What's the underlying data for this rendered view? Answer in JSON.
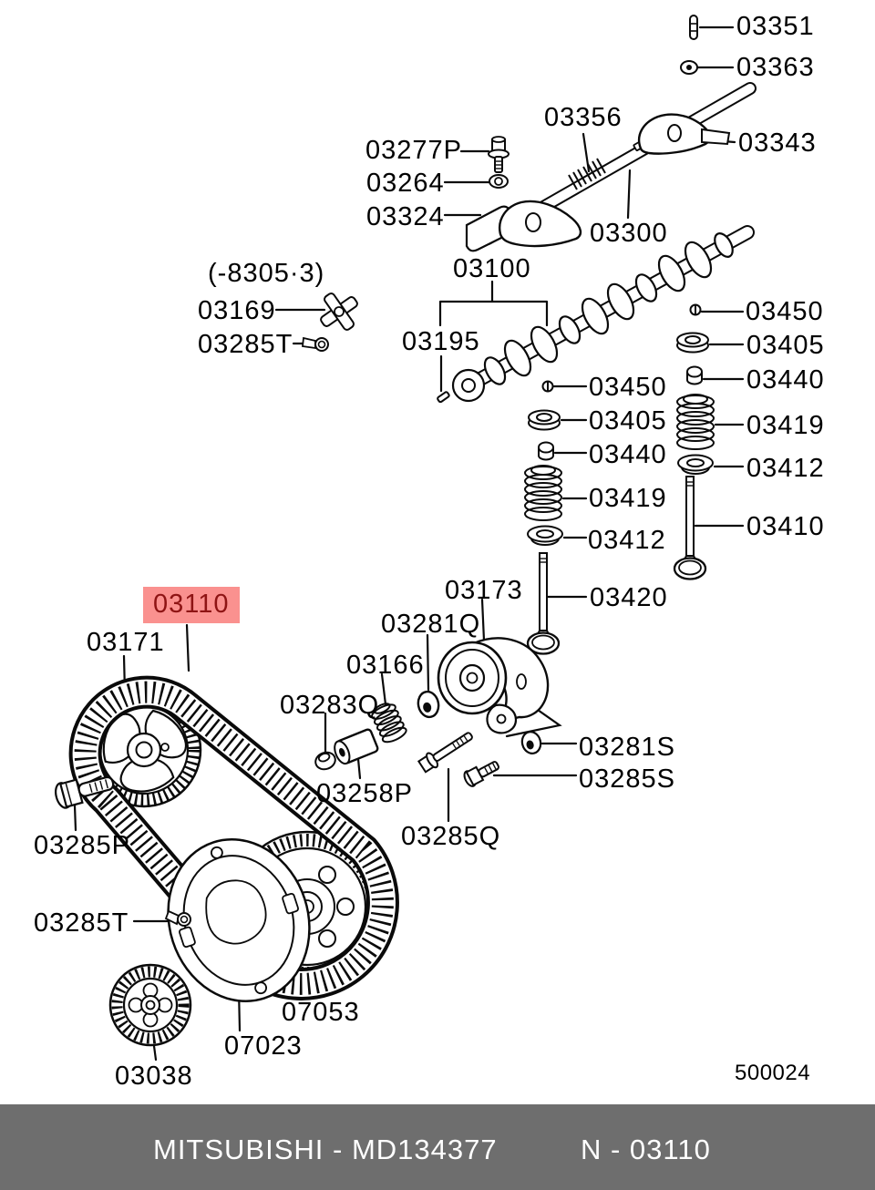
{
  "colors": {
    "highlight_bg": "#fa918f",
    "highlight_text": "#8e1414",
    "footer_bg": "#6e6e6e",
    "footer_text": "#ffffff"
  },
  "note": {
    "text": "(-8305·3)"
  },
  "drawing_number": "500024",
  "callouts": [
    {
      "text": "03351"
    },
    {
      "text": "03363"
    },
    {
      "text": "03356"
    },
    {
      "text": "03343"
    },
    {
      "text": "03277P"
    },
    {
      "text": "03264"
    },
    {
      "text": "03324"
    },
    {
      "text": "03300"
    },
    {
      "text": "03100"
    },
    {
      "text": "03195"
    },
    {
      "text": "03169"
    },
    {
      "text": "03285T"
    },
    {
      "text": "03450"
    },
    {
      "text": "03405"
    },
    {
      "text": "03440"
    },
    {
      "text": "03419"
    },
    {
      "text": "03412"
    },
    {
      "text": "03420"
    },
    {
      "text": "03450"
    },
    {
      "text": "03405"
    },
    {
      "text": "03440"
    },
    {
      "text": "03419"
    },
    {
      "text": "03412"
    },
    {
      "text": "03410"
    },
    {
      "text": "03173"
    },
    {
      "text": "03281Q"
    },
    {
      "text": "03166"
    },
    {
      "text": "03283Q"
    },
    {
      "text": "03258P"
    },
    {
      "text": "03281S"
    },
    {
      "text": "03285S"
    },
    {
      "text": "03285Q"
    },
    {
      "text": "03110",
      "highlighted": true
    },
    {
      "text": "03171"
    },
    {
      "text": "03285P"
    },
    {
      "text": "03285T"
    },
    {
      "text": "03038"
    },
    {
      "text": "07023"
    },
    {
      "text": "07053"
    }
  ],
  "footer": {
    "left": "MITSUBISHI - MD134377",
    "right": "N - 03110"
  }
}
